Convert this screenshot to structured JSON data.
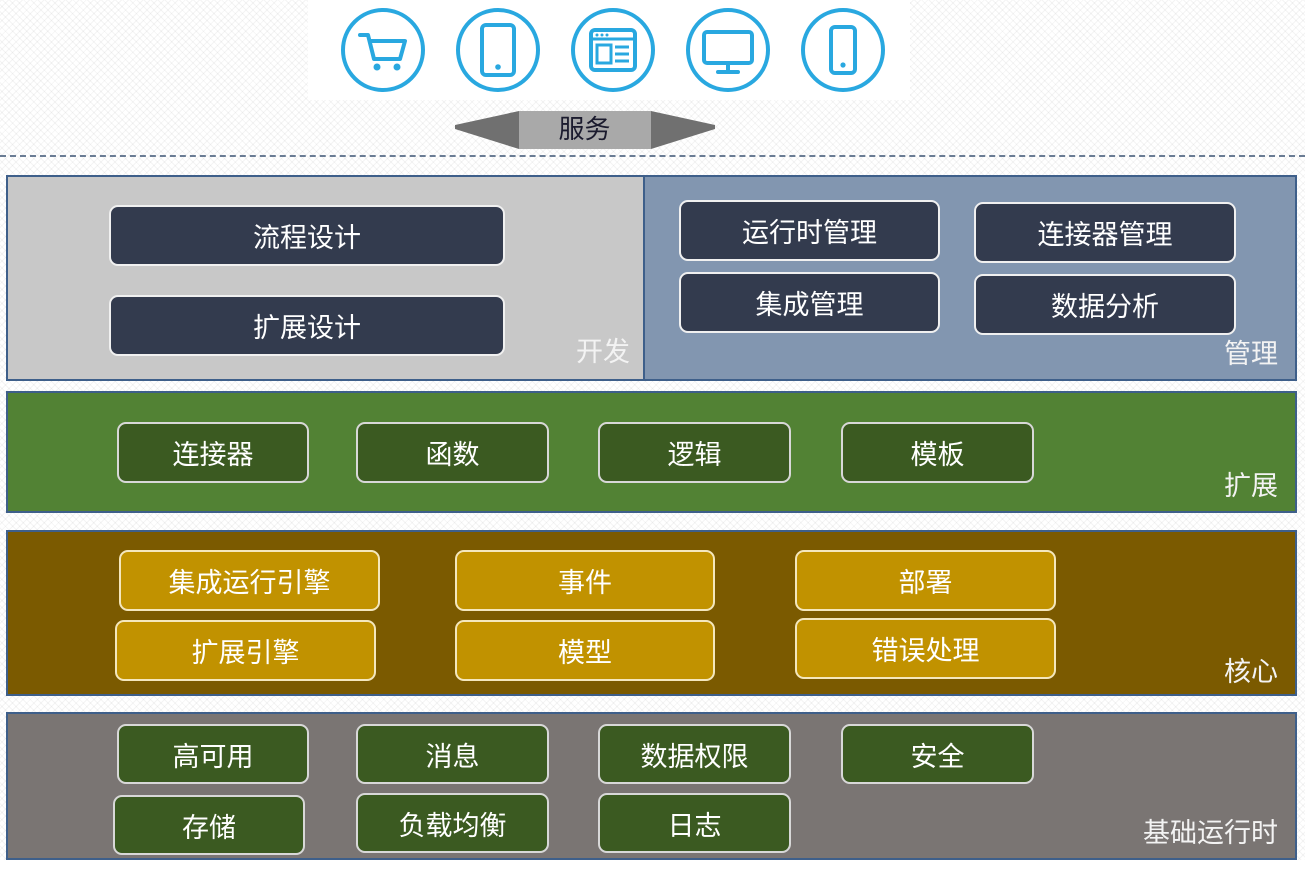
{
  "service": {
    "label": "服务",
    "icons": [
      "shopping-cart-icon",
      "tablet-icon",
      "web-app-icon",
      "desktop-monitor-icon",
      "mobile-phone-icon"
    ],
    "icon_color": "#29a8e0"
  },
  "layers": {
    "dev": {
      "label": "开发",
      "items": [
        "流程设计",
        "扩展设计"
      ]
    },
    "mgmt": {
      "label": "管理",
      "items": [
        "运行时管理",
        "连接器管理",
        "集成管理",
        "数据分析"
      ]
    },
    "ext": {
      "label": "扩展",
      "items": [
        "连接器",
        "函数",
        "逻辑",
        "模板"
      ]
    },
    "core": {
      "label": "核心",
      "items": [
        "集成运行引擎",
        "事件",
        "部署",
        "扩展引擎",
        "模型",
        "错误处理"
      ]
    },
    "base": {
      "label": "基础运行时",
      "items": [
        "高可用",
        "消息",
        "数据权限",
        "安全",
        "存储",
        "负载均衡",
        "日志"
      ]
    }
  },
  "colors": {
    "dev_bg": "#c8c8c8",
    "mgmt_bg": "#8296b0",
    "ext_bg": "#528234",
    "core_bg": "#7b5a00",
    "base_bg": "#7a7573",
    "dark_box": "#333b4e",
    "green_box": "#3b5a21",
    "gold_box": "#c19200"
  }
}
